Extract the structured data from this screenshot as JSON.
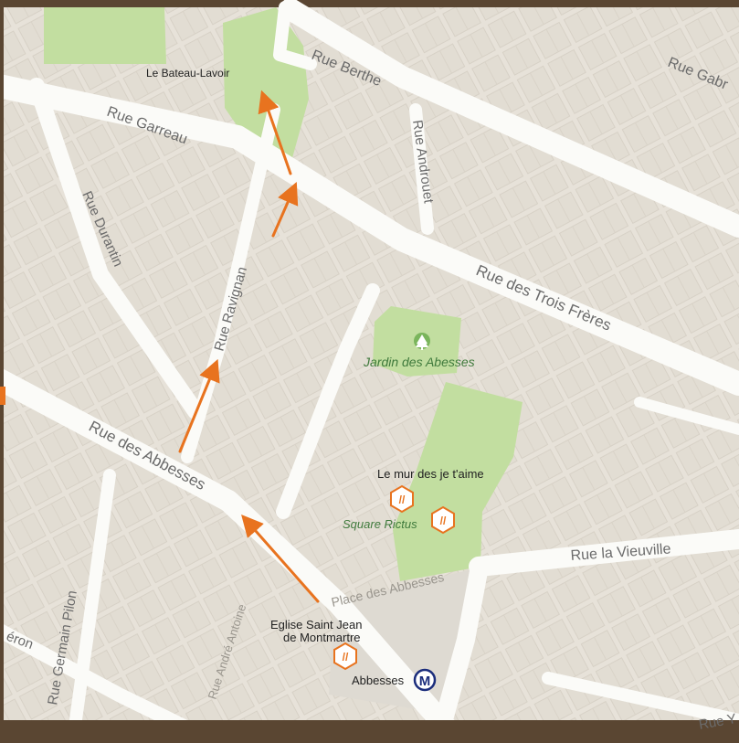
{
  "map": {
    "streets": {
      "rue_berthe": "Rue Berthe",
      "rue_gabrielle": "Rue Gabr",
      "rue_garreau": "Rue Garreau",
      "rue_androuet": "Rue Androuet",
      "rue_durantin": "Rue Durantin",
      "rue_ravignan": "Rue Ravignan",
      "rue_trois_freres": "Rue des Trois Frères",
      "rue_abbesses": "Rue des Abbesses",
      "rue_la_vieuville": "Rue la Vieuville",
      "place_abbesses": "Place des Abbesses",
      "rue_germain_pilon": "Rue Germain Pilon",
      "rue_andre_antoine": "Rue André Antoine",
      "rue_veron": "éron",
      "rue_bottom_right": "Rue Y"
    },
    "places": {
      "bateau_lavoir": "Le Bateau-Lavoir",
      "jardin_abesses": "Jardin des Abesses",
      "mur_je_taime": "Le mur des je t'aime",
      "square_rictus": "Square Rictus",
      "eglise_line1": "Eglise Saint Jean",
      "eglise_line2": "de Montmartre",
      "abbesses_station": "Abbesses",
      "metro_symbol": "M"
    },
    "icons": {
      "landmark": "hexagon-landmark-icon",
      "tree": "tree-icon",
      "metro": "metro-icon"
    },
    "colors": {
      "land": "#ebe6de",
      "block": "#e2ddd3",
      "block_line": "#d6d0c5",
      "road": "#fbfbf8",
      "park": "#c2dea0",
      "plaza": "#dedad2",
      "route": "#e8731f",
      "landmark": "#e8731f",
      "metro": "#1b2d7c",
      "label": "#6b6b6b",
      "park_label": "#3f7a3c"
    }
  }
}
